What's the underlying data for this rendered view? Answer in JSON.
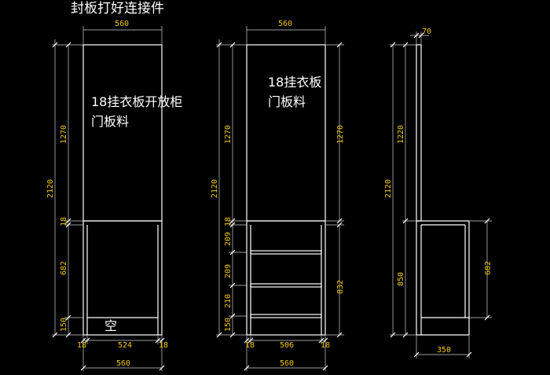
{
  "title": "封板打好连接件",
  "notes": {
    "left_line1": "18挂衣板开放柜",
    "left_line2": "门板料",
    "mid_line1": "18挂衣板",
    "mid_line2": "门板料",
    "empty": "空"
  },
  "dims": {
    "w560": "560",
    "w524": "524",
    "w506": "506",
    "w350": "350",
    "d70": "70",
    "h2120": "2120",
    "h1270": "1270",
    "h18": "18",
    "h682": "682",
    "h150": "150",
    "h209": "209",
    "h210": "210",
    "h832": "832",
    "h850": "850",
    "h1220": "1220"
  },
  "colors": {
    "background": "#000000",
    "lines": "#ffffff",
    "dimension_text": "#f2c300"
  }
}
